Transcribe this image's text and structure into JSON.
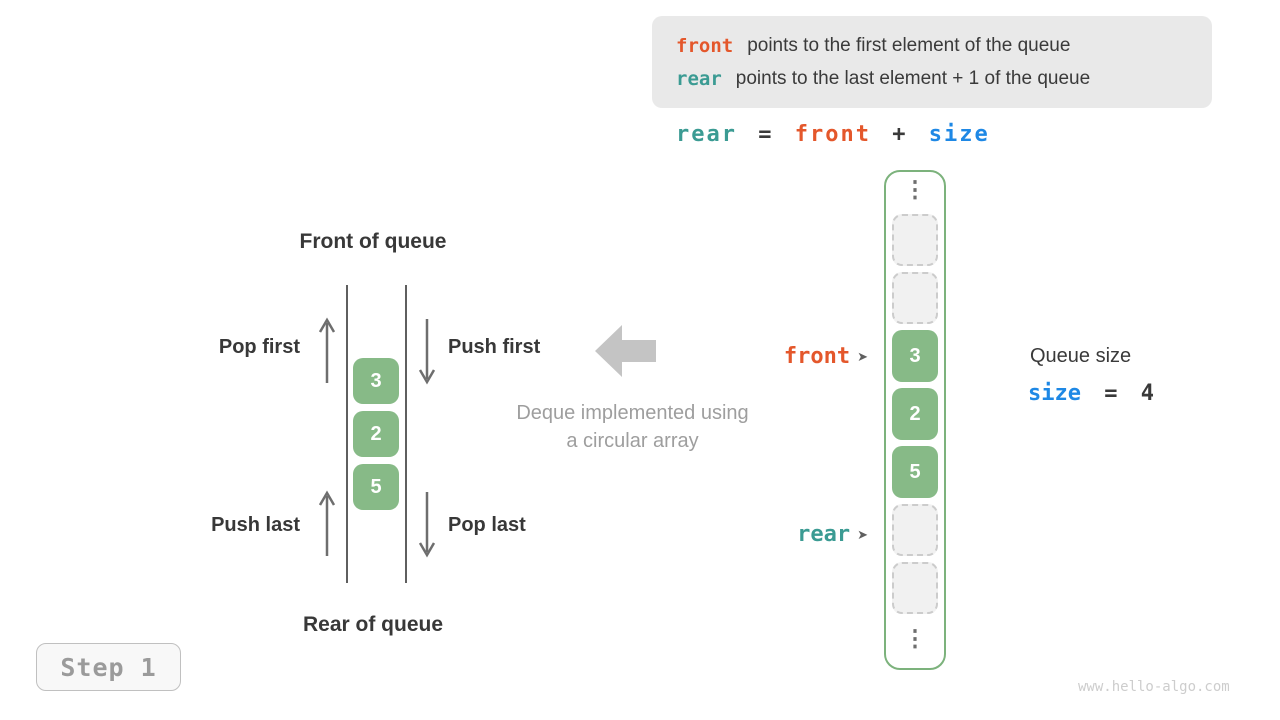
{
  "info_box": {
    "line1": {
      "code": "front",
      "text": "points to the first element of the queue"
    },
    "line2": {
      "code": "rear",
      "text": "points to the last element + 1 of the queue"
    }
  },
  "formula": {
    "rear": "rear",
    "eq": "=",
    "front": "front",
    "plus": "+",
    "size": "size"
  },
  "deque": {
    "front_of_queue": "Front of queue",
    "rear_of_queue": "Rear of queue",
    "pop_first": "Pop first",
    "push_first": "Push first",
    "push_last": "Push last",
    "pop_last": "Pop last",
    "items": [
      "3",
      "2",
      "5"
    ]
  },
  "caption": {
    "line1": "Deque implemented using",
    "line2": "a circular array"
  },
  "array": {
    "front_pointer": "front",
    "rear_pointer": "rear",
    "cells": [
      "3",
      "2",
      "5"
    ]
  },
  "queue_size": {
    "label": "Queue size",
    "code": "size",
    "eq": "=",
    "value": "4"
  },
  "step": {
    "label": "Step 1"
  },
  "watermark": "www.hello-algo.com",
  "icons": {
    "pointer_arrow": "➤",
    "ellipsis": "⋮"
  },
  "colors": {
    "front_orange": "#e4572b",
    "rear_teal": "#3b9b93",
    "size_blue": "#1e88e5",
    "cell_green": "#87ba87",
    "frame_green": "#7cb27c",
    "caption_gray": "#9e9e9e",
    "info_box_bg": "#e9e9e9",
    "empty_cell_bg": "#f1f1f1",
    "text_dark": "#3a3a3a"
  }
}
